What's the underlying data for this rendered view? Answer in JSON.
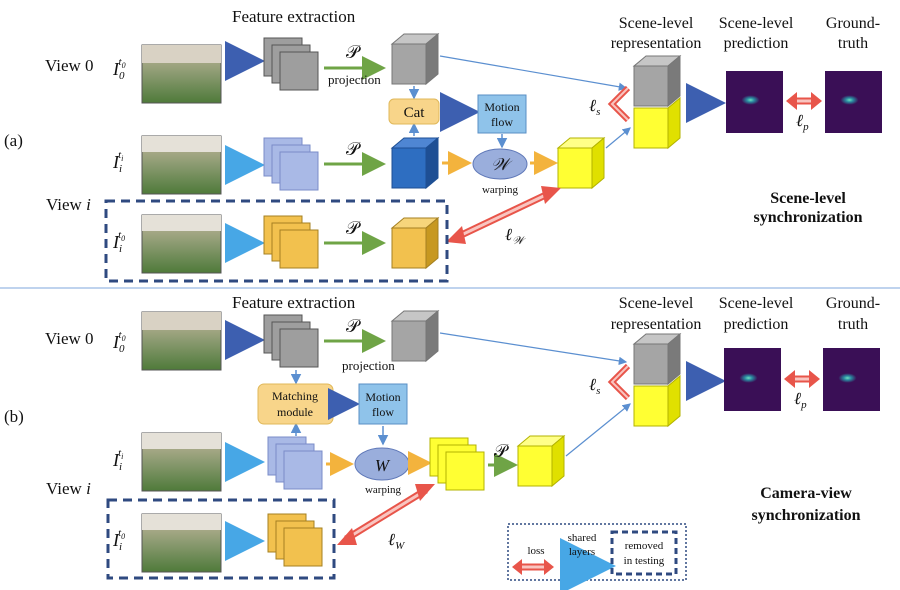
{
  "panel_a": {
    "tag": "(a)",
    "feature_extraction": "Feature extraction",
    "view0_label": "View 0",
    "viewi_label": "View",
    "viewi_sym": "i",
    "projection": "projection",
    "P": "𝒫",
    "cat": "Cat",
    "motion_flow": [
      "Motion",
      "flow"
    ],
    "W": "𝒲",
    "warping": "warping",
    "scene_rep": [
      "Scene-level",
      "representation"
    ],
    "scene_pred": [
      "Scene-level",
      "prediction"
    ],
    "ground_truth": [
      "Ground-",
      "truth"
    ],
    "loss_s": "ℓ",
    "loss_s_sub": "s",
    "loss_p": "ℓ",
    "loss_p_sub": "p",
    "loss_w": "ℓ",
    "loss_w_sub": "𝒲",
    "title": [
      "Scene-level",
      "synchronization"
    ],
    "inputs": {
      "i0_base": "I",
      "i0_sub": "0",
      "i0_sup": "t",
      "ii_base": "I",
      "ii_sub": "i",
      "ii_sup": "t"
    }
  },
  "panel_b": {
    "tag": "(b)",
    "feature_extraction": "Feature extraction",
    "view0_label": "View 0",
    "viewi_label": "View",
    "viewi_sym": "i",
    "projection": "projection",
    "P": "𝒫",
    "matching": [
      "Matching",
      "module"
    ],
    "motion_flow": [
      "Motion",
      "flow"
    ],
    "W": "W",
    "warping": "warping",
    "scene_rep": [
      "Scene-level",
      "representation"
    ],
    "scene_pred": [
      "Scene-level",
      "prediction"
    ],
    "ground_truth": [
      "Ground-",
      "truth"
    ],
    "loss_s": "ℓ",
    "loss_s_sub": "s",
    "loss_p": "ℓ",
    "loss_p_sub": "p",
    "loss_w": "ℓ",
    "loss_w_sub": "W",
    "title": [
      "Camera-view",
      "synchronization"
    ]
  },
  "legend": {
    "loss": "loss",
    "shared": [
      "shared",
      "layers"
    ],
    "removed": [
      "removed",
      "in testing"
    ]
  },
  "colors": {
    "gray": "#9e9e9e",
    "blue_light": "#a9b9e6",
    "blue_dark": "#2e6ec1",
    "orange": "#f2c14e",
    "yellow": "#ffff33",
    "arrow_dark": "#3d5fb0",
    "arrow_light": "#47a7e6",
    "arrow_green": "#6fa446",
    "arrow_orange": "#f3b33d",
    "loss_red": "#e8554a",
    "dash_border": "#2f4a80",
    "heatmap_bg": "#3a0f56"
  }
}
